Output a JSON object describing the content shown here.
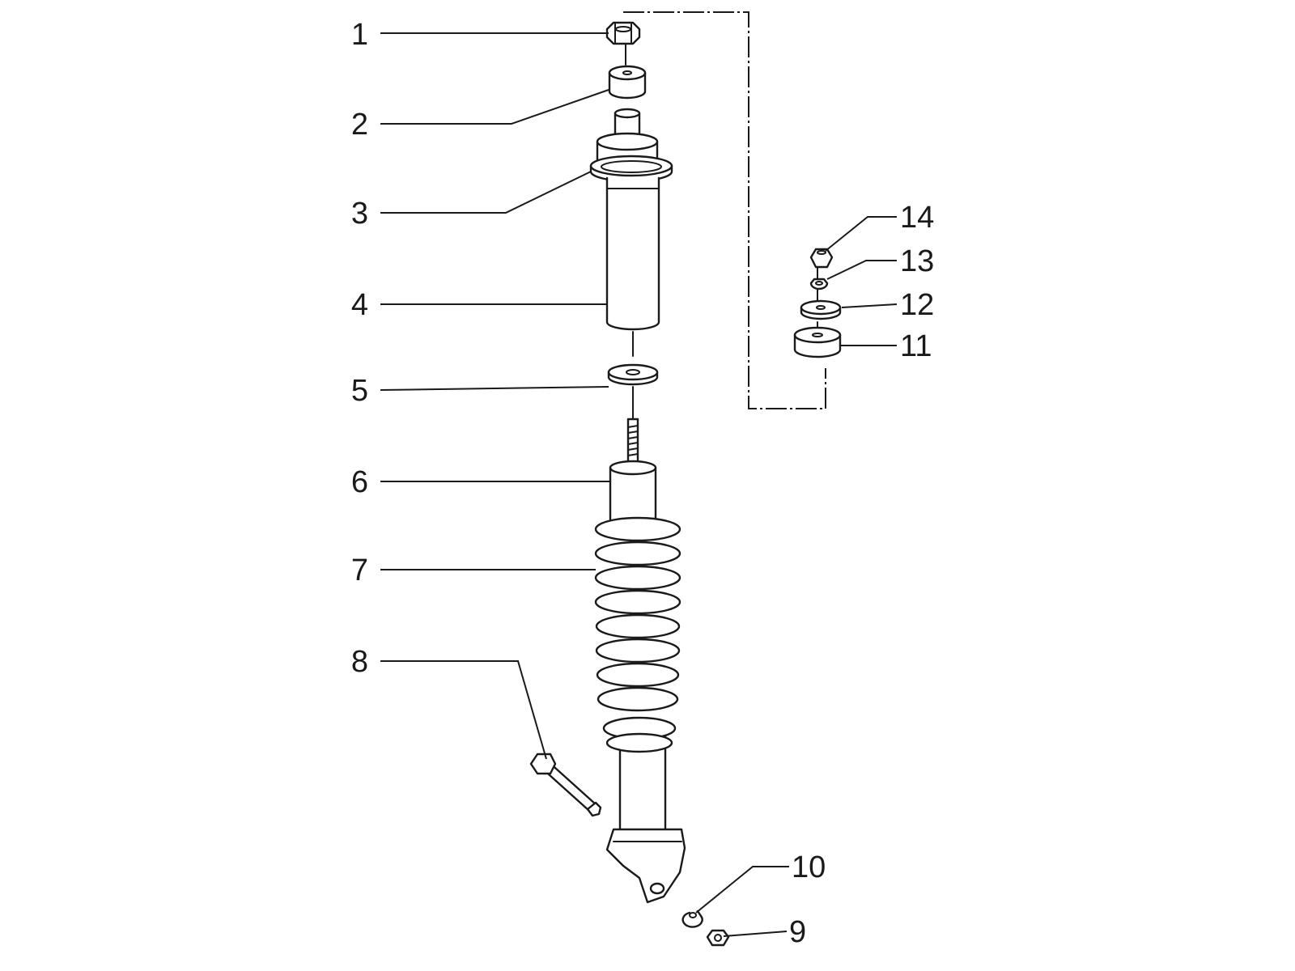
{
  "callouts": [
    "1",
    "2",
    "3",
    "4",
    "5",
    "6",
    "7",
    "8",
    "9",
    "10",
    "11",
    "12",
    "13",
    "14"
  ],
  "colors": {
    "ink": "#1a1a1a",
    "paper": "#ffffff"
  }
}
